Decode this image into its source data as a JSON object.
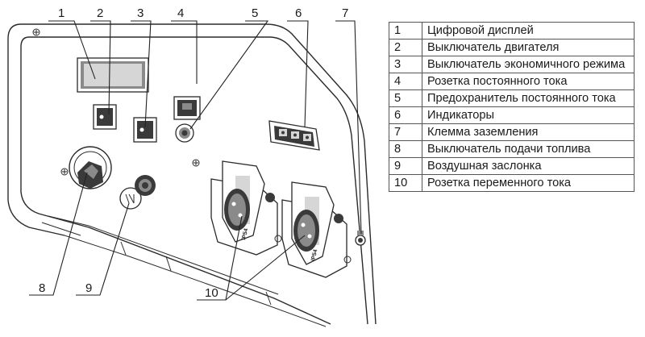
{
  "callouts": [
    "1",
    "2",
    "3",
    "4",
    "5",
    "6",
    "7",
    "8",
    "9",
    "10"
  ],
  "socket_marking": "IP54",
  "legend": [
    {
      "num": "1",
      "text": "Цифровой дисплей"
    },
    {
      "num": "2",
      "text": "Выключатель двигателя"
    },
    {
      "num": "3",
      "text": "Выключатель экономичного режима"
    },
    {
      "num": "4",
      "text": "Розетка постоянного тока"
    },
    {
      "num": "5",
      "text": "Предохранитель постоянного тока"
    },
    {
      "num": "6",
      "text": "Индикаторы"
    },
    {
      "num": "7",
      "text": "Клемма заземления"
    },
    {
      "num": "8",
      "text": "Выключатель подачи топлива"
    },
    {
      "num": "9",
      "text": "Воздушная заслонка"
    },
    {
      "num": "10",
      "text": "Розетка переменного тока"
    }
  ]
}
